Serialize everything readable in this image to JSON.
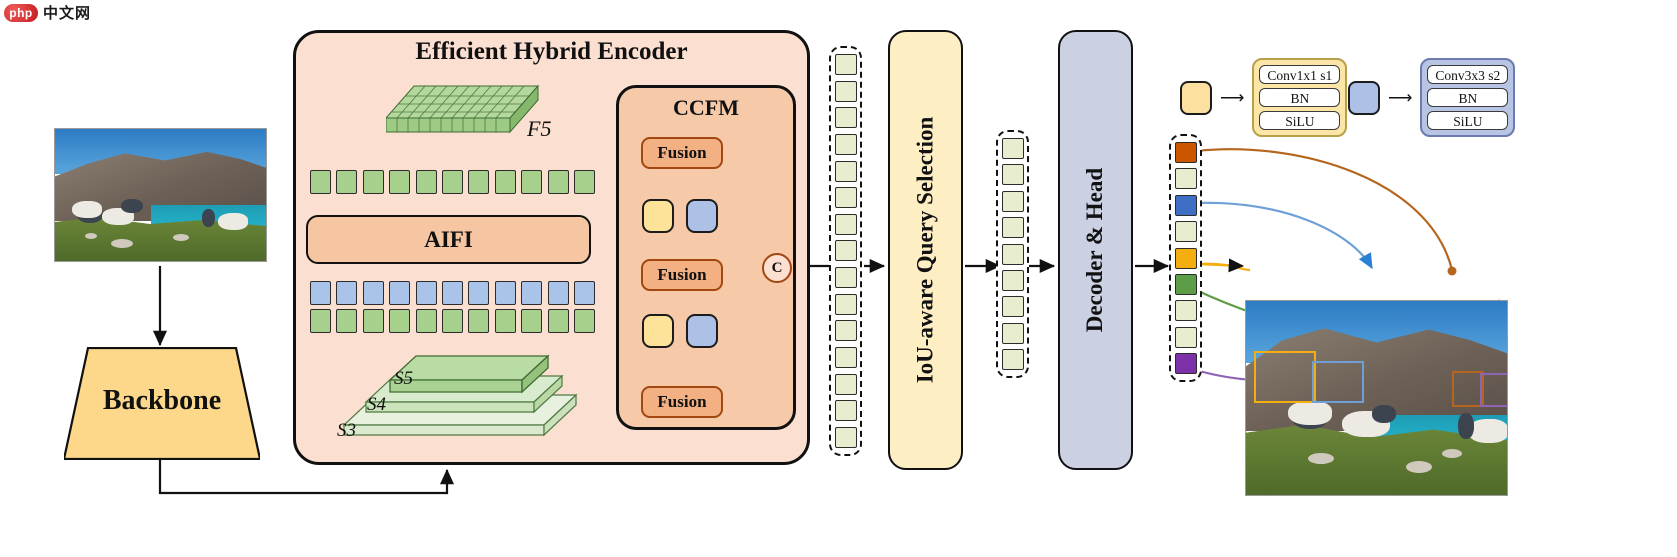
{
  "watermark": {
    "badge": "php",
    "text": "中文网"
  },
  "encoder": {
    "title": "Efficient Hybrid Encoder",
    "aifi_label": "AIFI",
    "f5_label": "F5",
    "scale_labels": [
      "S5",
      "S4",
      "S3"
    ],
    "top_token_count": 11,
    "blue_token_count": 11,
    "green_token_count": 11,
    "f5_grid_cols": 11,
    "f5_grid_rows": 5
  },
  "ccfm": {
    "title": "CCFM",
    "fusion_label": "Fusion",
    "fusion_count": 3,
    "concat_label": "C",
    "conv_yellow_count": 2,
    "conv_blue_count": 2
  },
  "backbone": {
    "label": "Backbone"
  },
  "query_selection": {
    "label": "IoU-aware Query Selection"
  },
  "decoder": {
    "label": "Decoder & Head"
  },
  "token_columns": {
    "encoder_output": {
      "count": 15,
      "color": "#e8edcf"
    },
    "queries": {
      "count": 9,
      "color": "#e8edcf"
    },
    "predictions": {
      "count": 9,
      "colors": [
        "#cc5500",
        "#e8edcf",
        "#3f6fc4",
        "#e8edcf",
        "#f5ae10",
        "#5e9d47",
        "#e8edcf",
        "#e8edcf",
        "#7d31a8"
      ]
    }
  },
  "legend": [
    {
      "chip_color": "#fbe0a0",
      "box_color": "#fbe6a8",
      "rows": [
        "Conv1x1 s1",
        "BN",
        "SiLU"
      ]
    },
    {
      "chip_color": "#adc0e6",
      "box_color": "#b7c4e4",
      "rows": [
        "Conv3x3 s2",
        "BN",
        "SiLU"
      ]
    }
  ],
  "colors": {
    "encoder_bg": "#fbdfd0",
    "ccfm_bg": "#f6c9a8",
    "fusion_bg": "#f3b183",
    "aifi_bg": "#f6c5a2",
    "backbone_bg": "#fdd88b",
    "iou_bg": "#fdeec3",
    "decoder_bg": "#ccd0e3",
    "token_green": "#a8d08d",
    "token_blue": "#a9c4e8",
    "token_pale": "#e8edcf",
    "red_arrow": "#c0380a",
    "blue_arrow": "#2b7fd4",
    "black_arrow": "#111111"
  },
  "detections": [
    {
      "color": "#f5ae10",
      "label": ""
    },
    {
      "color": "#6e9fd6",
      "label": ""
    },
    {
      "color": "#b5651d",
      "label": ""
    },
    {
      "color": "#8f63b5",
      "label": ""
    }
  ]
}
